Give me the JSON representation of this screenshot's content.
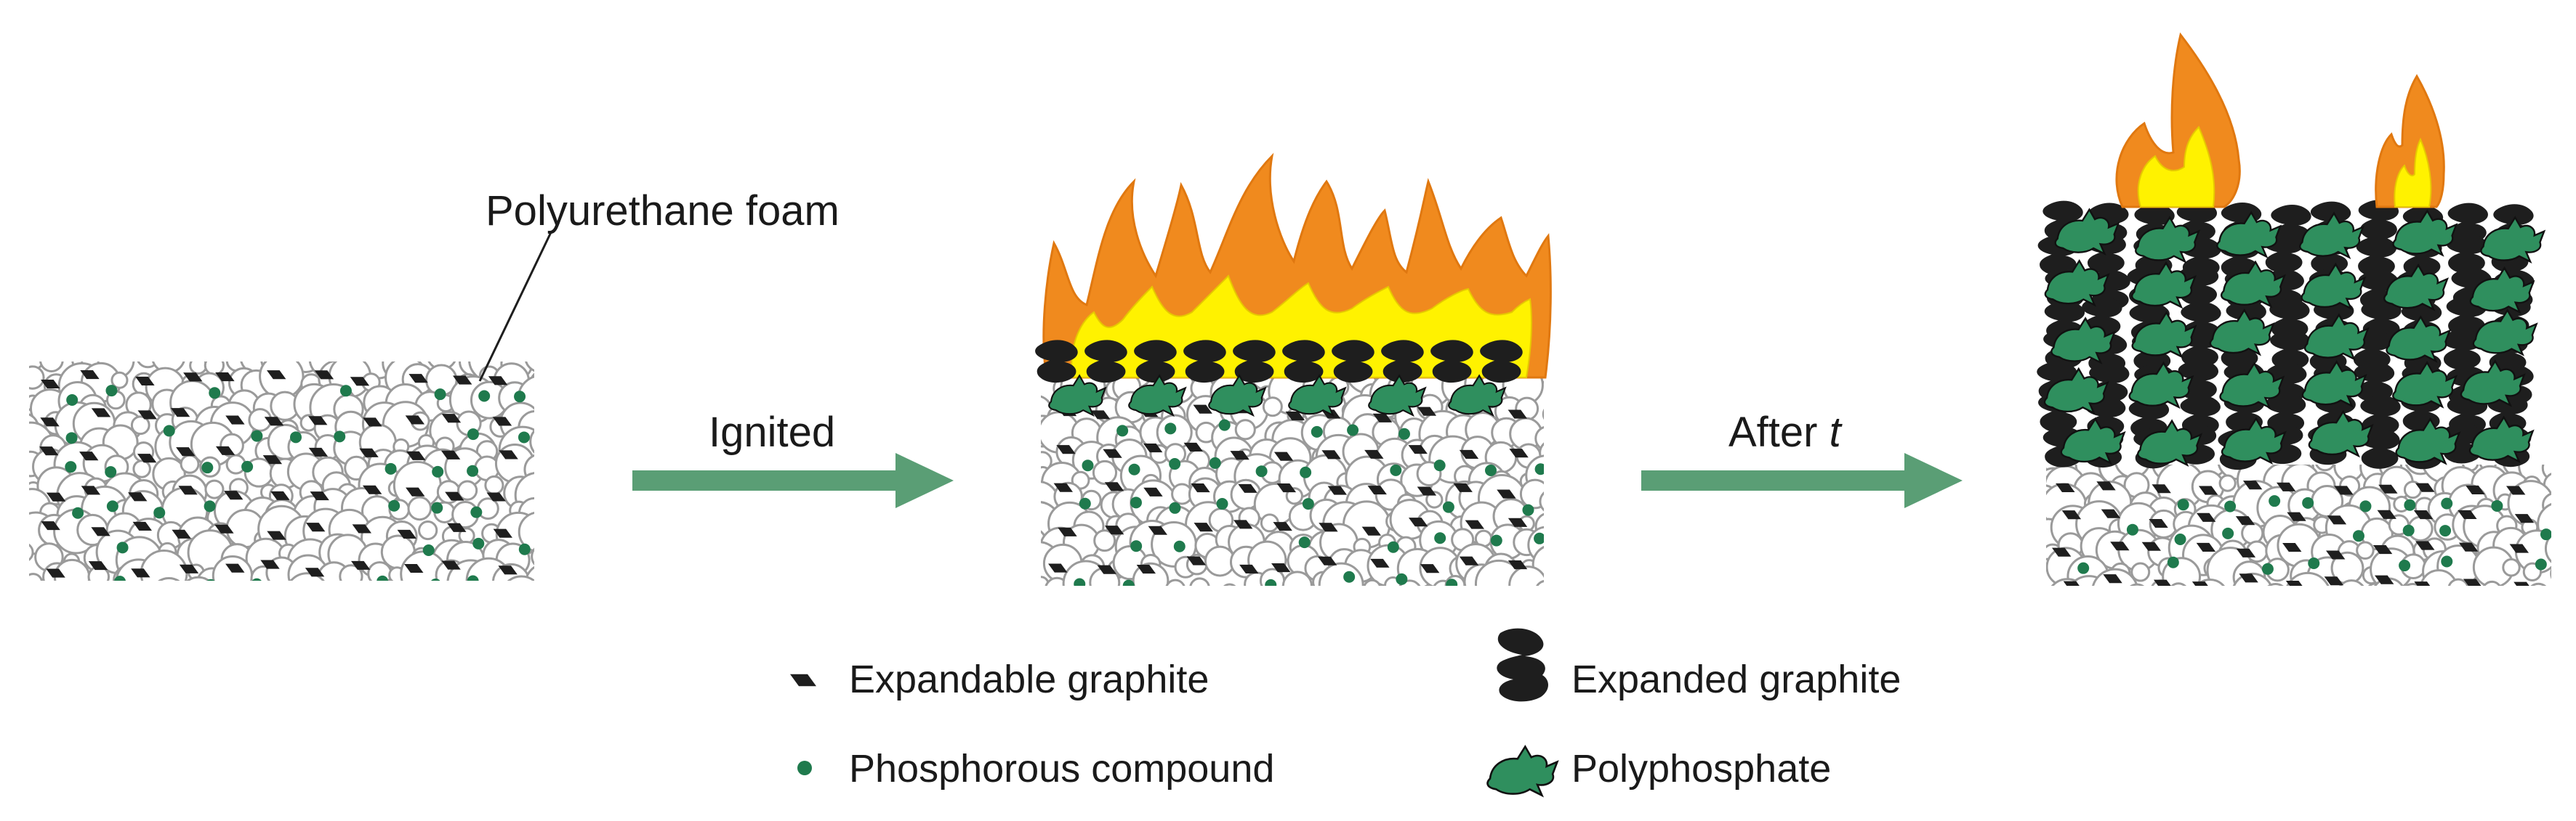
{
  "labels": {
    "foam": "Polyurethane foam",
    "ignited": "Ignited",
    "after_prefix": "After ",
    "after_var": "t"
  },
  "legend": [
    {
      "key": "expandable",
      "label": "Expandable graphite",
      "icon": "graphite-flake-icon"
    },
    {
      "key": "phosphorous",
      "label": "Phosphorous compound",
      "icon": "green-dot-icon"
    },
    {
      "key": "expanded",
      "label": "Expanded graphite",
      "icon": "expanded-graphite-icon"
    },
    {
      "key": "polyphosphate",
      "label": "Polyphosphate",
      "icon": "polyphosphate-icon"
    }
  ],
  "colors": {
    "arrow": "#5a9e75",
    "flake": "#1e1e1e",
    "dot": "#1f7a4d",
    "polyphosphate": "#2f8f5e",
    "flame_outer": "#f08a1e",
    "flame_inner": "#fff200",
    "cell_stroke": "#9a9a9a"
  }
}
